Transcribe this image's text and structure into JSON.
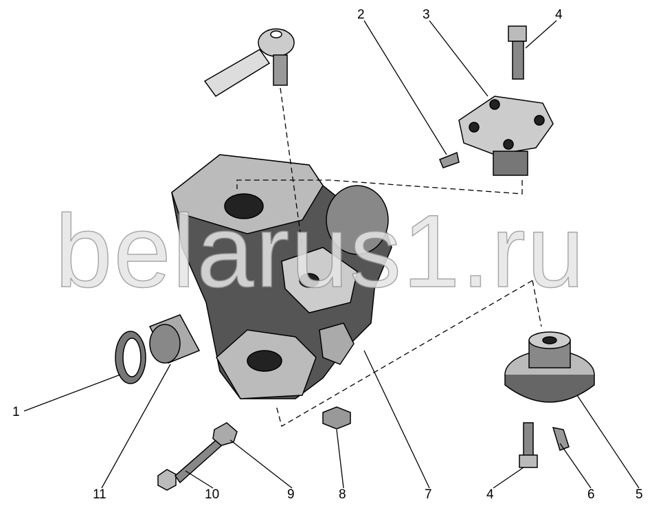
{
  "title": "Steering knuckle housing – exploded view",
  "watermark": "belarus1.ru",
  "callouts": [
    {
      "id": "c1",
      "text": "1"
    },
    {
      "id": "c2",
      "text": "2"
    },
    {
      "id": "c3",
      "text": "3"
    },
    {
      "id": "c4a",
      "text": "4"
    },
    {
      "id": "c4b",
      "text": "4"
    },
    {
      "id": "c5",
      "text": "5"
    },
    {
      "id": "c6",
      "text": "6"
    },
    {
      "id": "c7",
      "text": "7"
    },
    {
      "id": "c8",
      "text": "8"
    },
    {
      "id": "c9",
      "text": "9"
    },
    {
      "id": "c10",
      "text": "10"
    },
    {
      "id": "c11",
      "text": "11"
    }
  ]
}
